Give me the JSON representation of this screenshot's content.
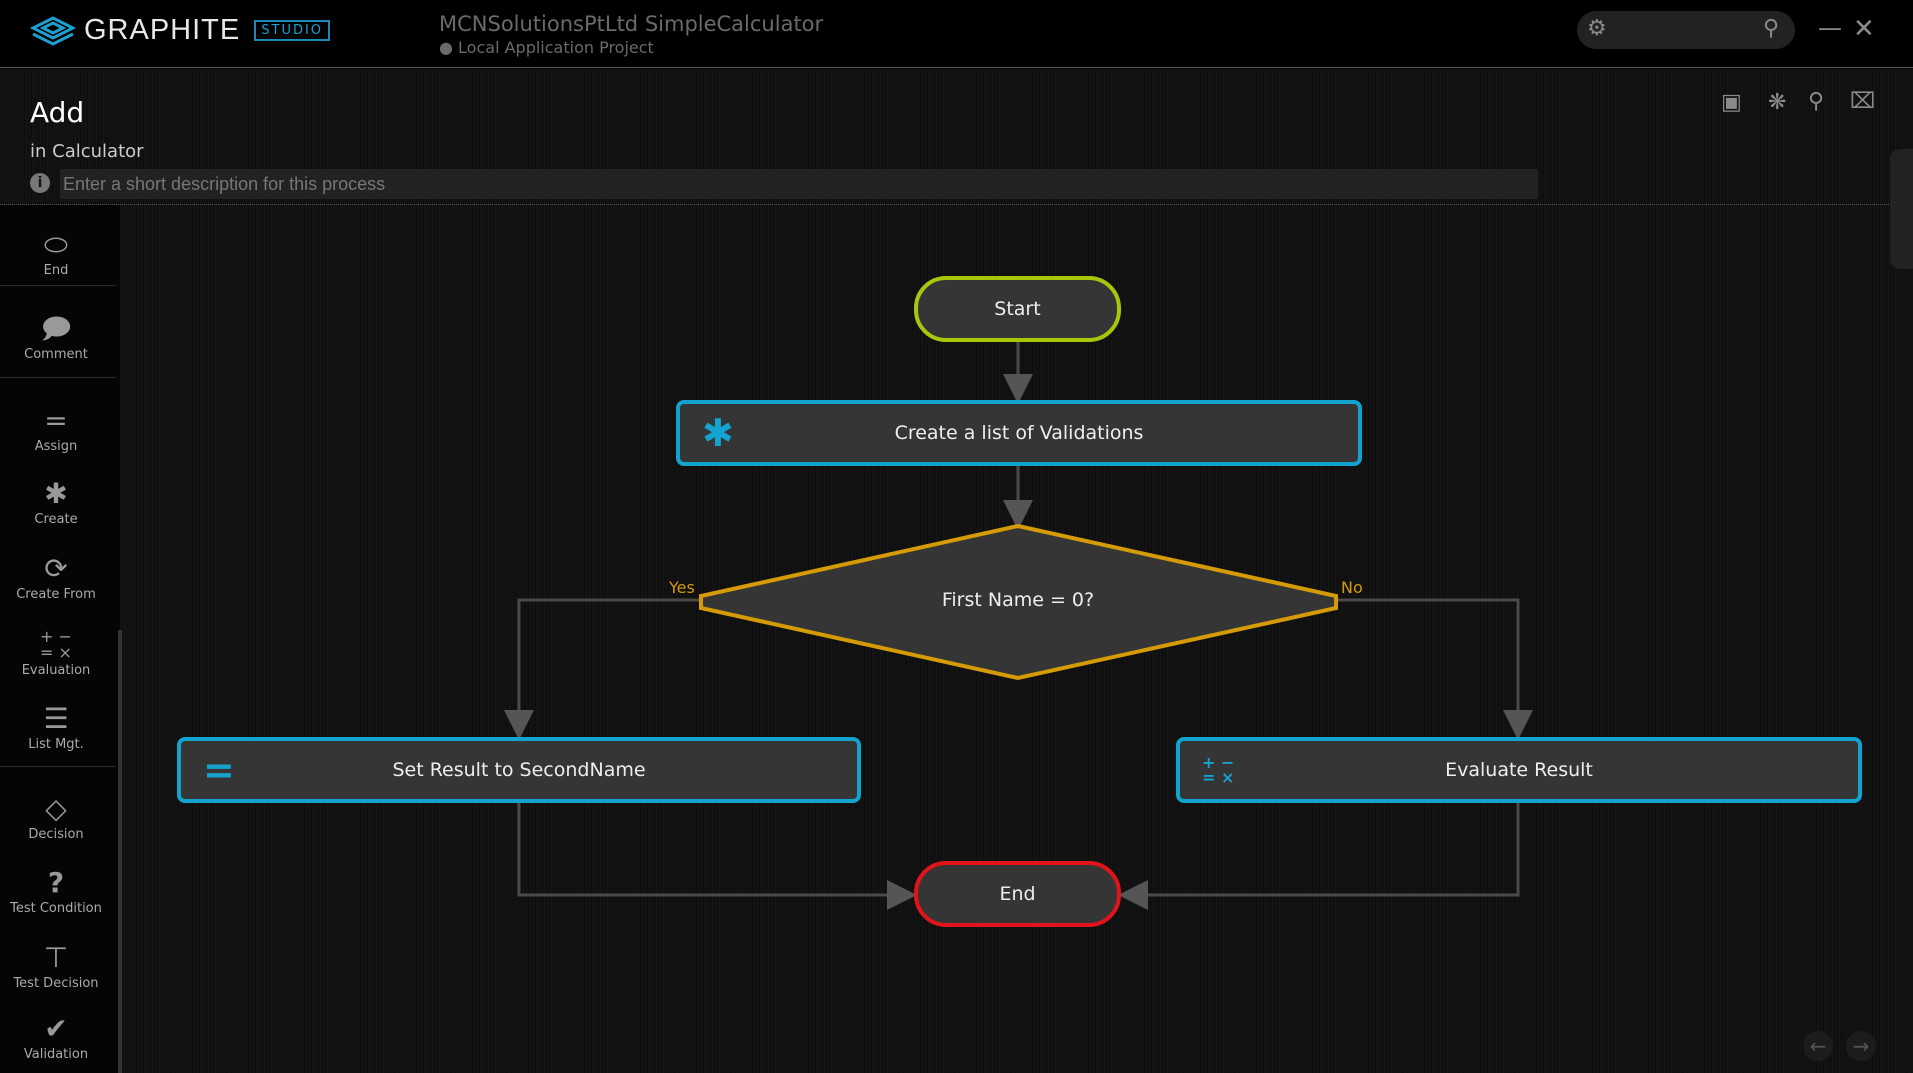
{
  "header": {
    "logo": "GRAPHITE",
    "logo_badge": "STUDIO",
    "project_title": "MCNSolutionsPtLtd SimpleCalculator",
    "project_subtitle": "Local Application Project",
    "search_placeholder": "",
    "icons": [
      "gear-icon",
      "search-icon",
      "minimize-icon",
      "close-icon"
    ]
  },
  "page": {
    "title": "Add",
    "context": "in Calculator",
    "description_placeholder": "Enter a short description for this process",
    "description_value": ""
  },
  "toolbar_icons": [
    "broadcast-icon",
    "bug-icon",
    "search-icon",
    "close-box-icon"
  ],
  "sidebar": {
    "items": [
      {
        "label": "End",
        "icon": "oval-icon"
      },
      {
        "label": "Comment",
        "icon": "comment-icon"
      },
      {
        "label": "Assign",
        "icon": "equals-icon"
      },
      {
        "label": "Create",
        "icon": "asterisk-icon"
      },
      {
        "label": "Create From",
        "icon": "create-from-icon"
      },
      {
        "label": "Evaluation",
        "icon": "math-ops-icon"
      },
      {
        "label": "List Mgt.",
        "icon": "list-icon"
      },
      {
        "label": "Decision",
        "icon": "diamond-icon"
      },
      {
        "label": "Test Condition",
        "icon": "question-icon"
      },
      {
        "label": "Test Decision",
        "icon": "test-decision-icon"
      },
      {
        "label": "Validation",
        "icon": "check-icon"
      }
    ]
  },
  "flow": {
    "start": "Start",
    "create": "Create a list of Validations",
    "decision": "First Name = 0?",
    "yes": "Yes",
    "no": "No",
    "assign": "Set Result to SecondName",
    "evaluate": "Evaluate Result",
    "end": "End"
  },
  "colors": {
    "start": "#a6c70c",
    "process": "#12a4cf",
    "decision": "#d59b07",
    "end": "#e0141a"
  }
}
